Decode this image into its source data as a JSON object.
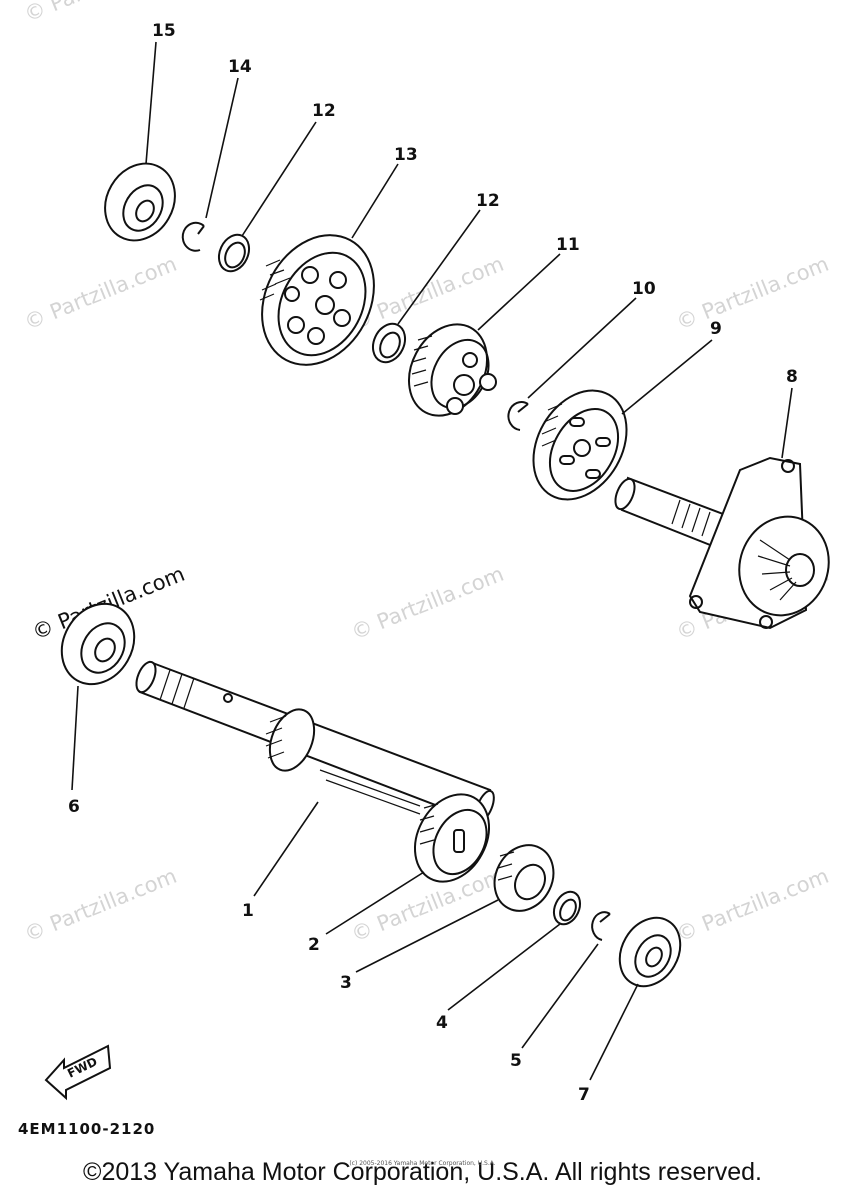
{
  "watermarks": [
    "© Partzilla.com",
    "© Partzilla.com",
    "© Partzilla.com",
    "© Partzilla.com",
    "© Partzilla.com",
    "© Partzilla.com",
    "© Partzilla.com",
    "© Partzilla.com"
  ],
  "labels": [
    "15",
    "14",
    "12",
    "13",
    "12",
    "11",
    "10",
    "9",
    "8",
    "6",
    "1",
    "2",
    "3",
    "4",
    "5",
    "7"
  ],
  "fwd_text": "FWD",
  "diagram_code": "4EM1100-2120",
  "copyright": "©2013 Yamaha Motor Corporation, U.S.A. All rights reserved.",
  "small_copyright": "(c) 2005-2016 Yamaha Motor Corporation, U.S.A."
}
